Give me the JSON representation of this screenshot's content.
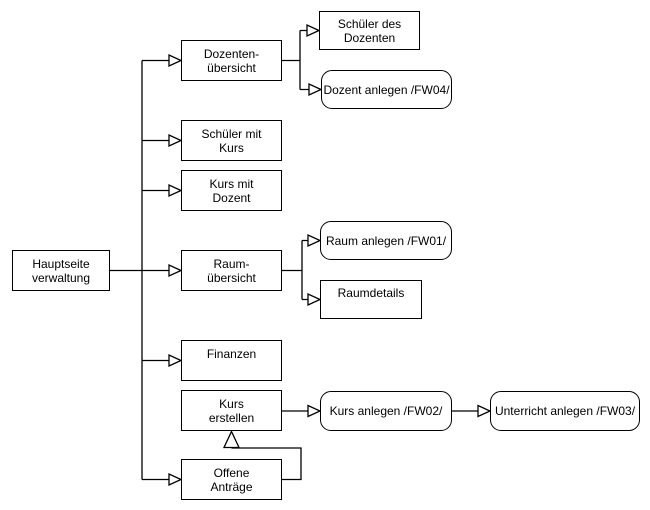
{
  "diagram": {
    "type": "flowchart-sitemap",
    "colors": {
      "background": "#ffffff",
      "node_fill": "#ffffff",
      "stroke": "#000000",
      "text": "#000000"
    },
    "arrow_style": "hollow-triangle",
    "nodes": [
      {
        "id": "hauptseite-verwaltung",
        "shape": "rectangle",
        "label": "Hauptseite verwaltung",
        "line1": "Hauptseite",
        "line2": "verwaltung"
      },
      {
        "id": "dozenten-uebersicht",
        "shape": "rectangle",
        "label": "Dozenten-übersicht",
        "line1": "Dozenten-",
        "line2": "übersicht"
      },
      {
        "id": "schueler-mit-kurs",
        "shape": "rectangle",
        "label": "Schüler mit Kurs",
        "line1": "Schüler mit",
        "line2": "Kurs"
      },
      {
        "id": "kurs-mit-dozent",
        "shape": "rectangle",
        "label": "Kurs mit Dozent",
        "line1": "Kurs mit",
        "line2": "Dozent"
      },
      {
        "id": "raum-uebersicht",
        "shape": "rectangle",
        "label": "Raum-übersicht",
        "line1": "Raum-",
        "line2": "übersicht"
      },
      {
        "id": "finanzen",
        "shape": "rectangle",
        "label": "Finanzen",
        "line1": "Finanzen",
        "line2": ""
      },
      {
        "id": "kurs-erstellen",
        "shape": "rectangle",
        "label": "Kurs erstellen",
        "line1": "Kurs",
        "line2": "erstellen"
      },
      {
        "id": "offene-antraege",
        "shape": "rectangle",
        "label": "Offene Anträge",
        "line1": "Offene",
        "line2": "Anträge"
      },
      {
        "id": "schueler-des-dozenten",
        "shape": "rectangle",
        "label": "Schüler des Dozenten",
        "line1": "Schüler des",
        "line2": "Dozenten"
      },
      {
        "id": "dozent-anlegen",
        "shape": "rounded",
        "label": "Dozent anlegen /FW04/"
      },
      {
        "id": "raum-anlegen",
        "shape": "rounded",
        "label": "Raum anlegen /FW01/"
      },
      {
        "id": "raumdetails",
        "shape": "rectangle",
        "label": "Raumdetails",
        "line1": "Raumdetails",
        "line2": ""
      },
      {
        "id": "kurs-anlegen",
        "shape": "rounded",
        "label": "Kurs anlegen /FW02/"
      },
      {
        "id": "unterricht-anlegen",
        "shape": "rounded",
        "label": "Unterricht anlegen /FW03/"
      }
    ],
    "edges": [
      {
        "from": "hauptseite-verwaltung",
        "to": "dozenten-uebersicht"
      },
      {
        "from": "hauptseite-verwaltung",
        "to": "schueler-mit-kurs"
      },
      {
        "from": "hauptseite-verwaltung",
        "to": "kurs-mit-dozent"
      },
      {
        "from": "hauptseite-verwaltung",
        "to": "raum-uebersicht"
      },
      {
        "from": "hauptseite-verwaltung",
        "to": "finanzen"
      },
      {
        "from": "hauptseite-verwaltung",
        "to": "offene-antraege"
      },
      {
        "from": "dozenten-uebersicht",
        "to": "schueler-des-dozenten"
      },
      {
        "from": "dozenten-uebersicht",
        "to": "dozent-anlegen"
      },
      {
        "from": "raum-uebersicht",
        "to": "raum-anlegen"
      },
      {
        "from": "raum-uebersicht",
        "to": "raumdetails"
      },
      {
        "from": "kurs-erstellen",
        "to": "kurs-anlegen"
      },
      {
        "from": "kurs-anlegen",
        "to": "unterricht-anlegen"
      },
      {
        "from": "offene-antraege",
        "to": "kurs-erstellen"
      }
    ]
  }
}
